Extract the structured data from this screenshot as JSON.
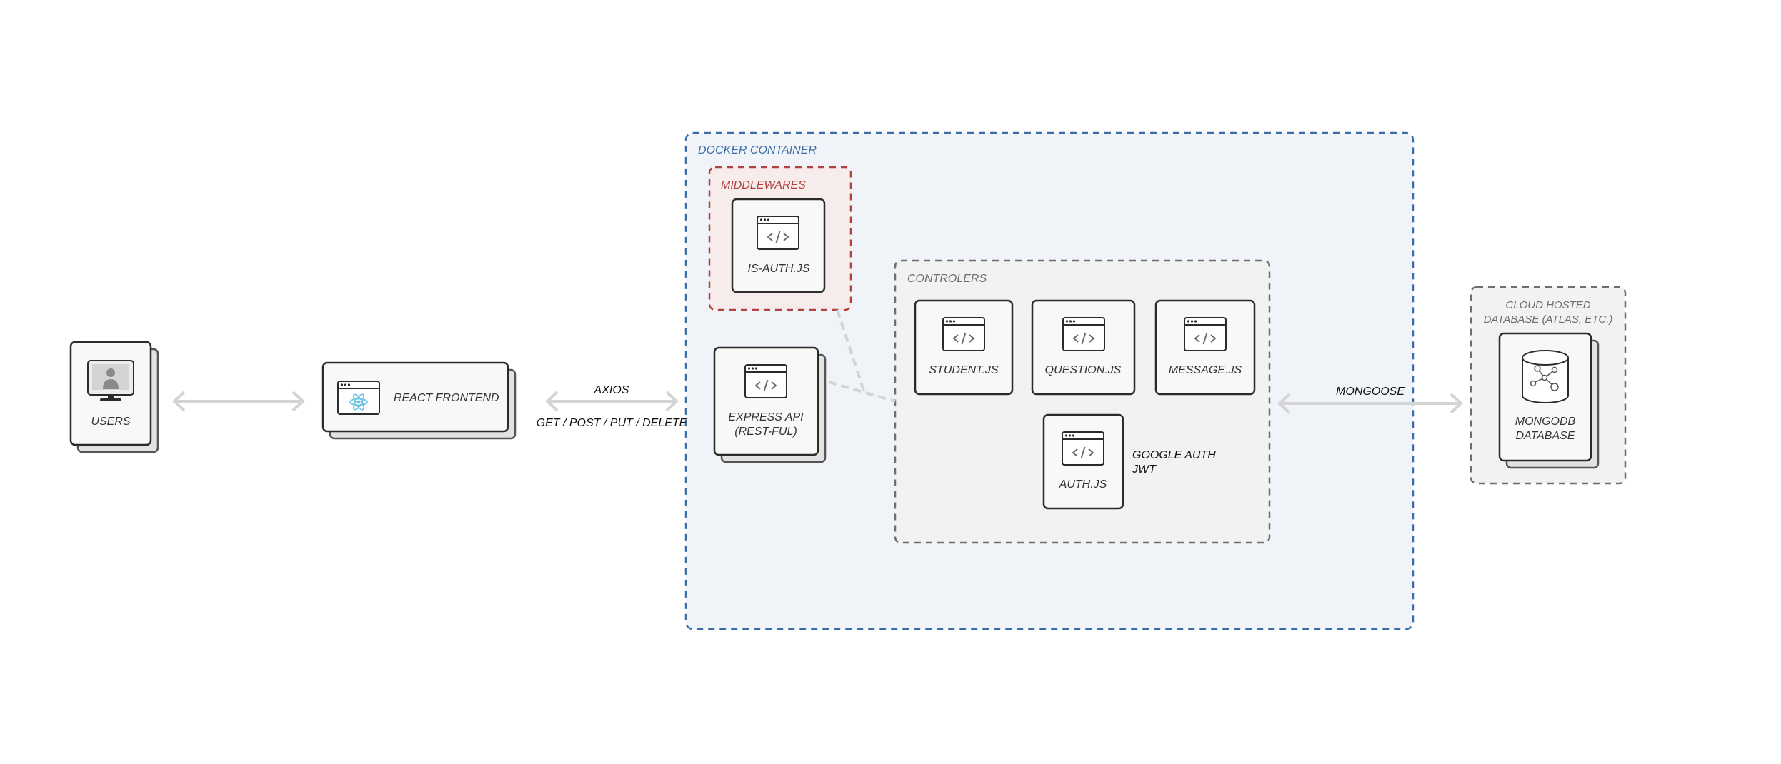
{
  "labels": {
    "users": "USERS",
    "react_frontend": "REACT FRONTEND",
    "axios": "AXIOS",
    "http_methods": "GET / POST / PUT / DELETE",
    "docker_container": "DOCKER CONTAINER",
    "middlewares": "MIDDLEWARES",
    "is_auth": "IS-AUTH.JS",
    "express_line1": "EXPRESS API",
    "express_line2": "(REST-FUL)",
    "controllers": "CONTROLERS",
    "student": "STUDENT.JS",
    "question": "QUESTION.JS",
    "message": "MESSAGE.JS",
    "auth": "AUTH.JS",
    "google_auth": "GOOGLE AUTH",
    "jwt": "JWT",
    "mongoose": "MONGOOSE",
    "cloud_line1": "CLOUD HOSTED",
    "cloud_line2": "DATABASE (ATLAS, ETC.)",
    "mongo_line1": "MONGODB",
    "mongo_line2": "DATABASE"
  },
  "colors": {
    "docker": "#3a6ea8",
    "docker_fill": "#f0f3f7",
    "middleware": "#b34040",
    "middleware_fill": "#f7ecec",
    "controllers": "#6e6e6e",
    "controllers_fill": "#f2f2f2",
    "card_fill": "#f7f8f8",
    "arrow": "#d4d4d4",
    "react": "#5fc3e6"
  },
  "icons": [
    "user-monitor-icon",
    "react-icon",
    "code-window-icon",
    "database-network-icon"
  ]
}
